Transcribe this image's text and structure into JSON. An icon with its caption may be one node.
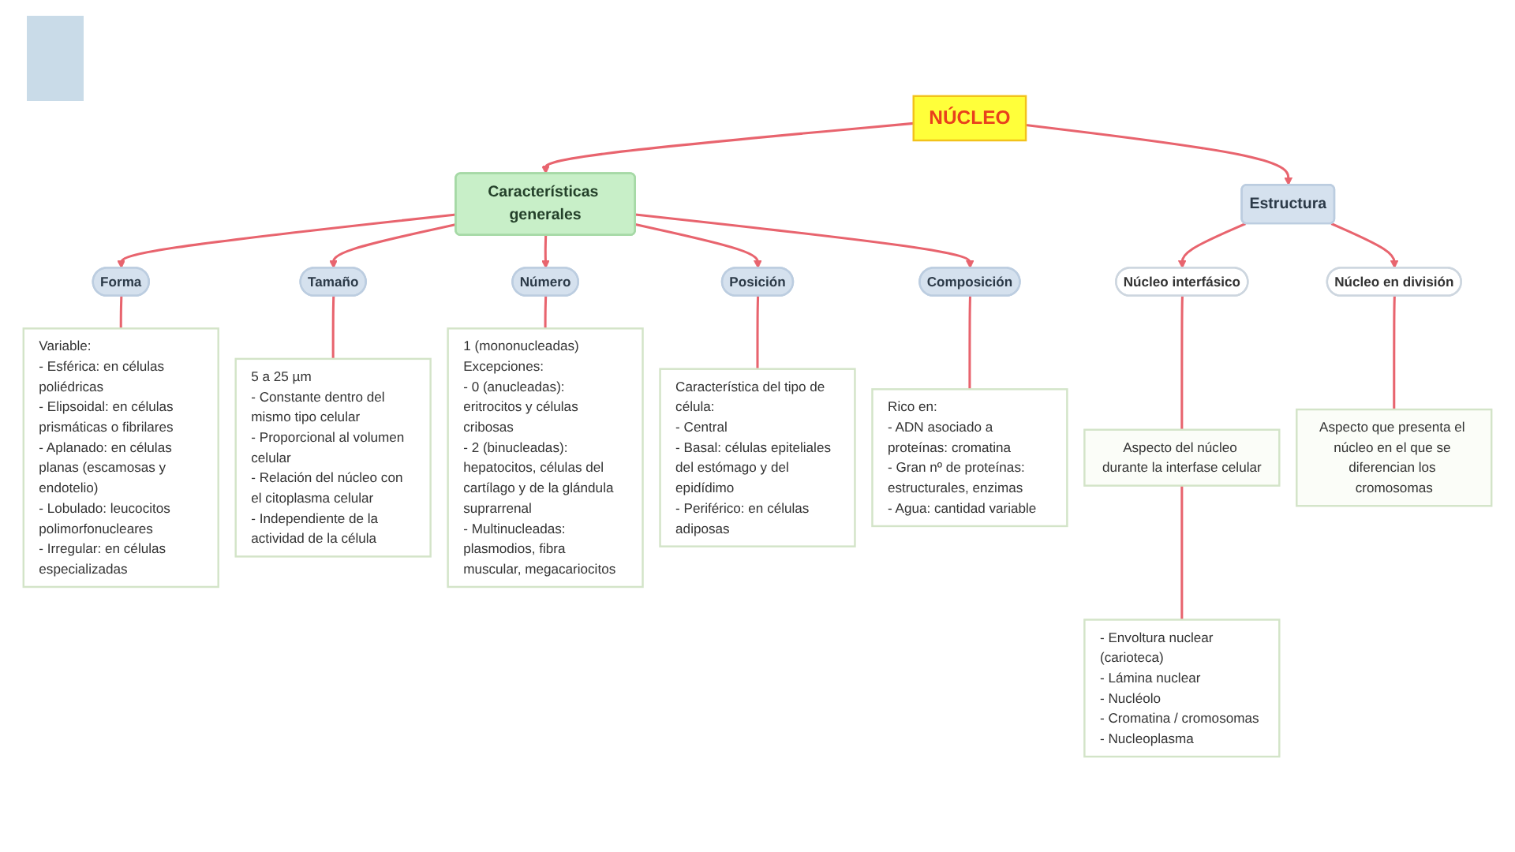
{
  "diagram": {
    "nodes": [
      {
        "text": [
          "NÚCLEO"
        ]
      },
      {
        "text": [
          "Características generales"
        ]
      },
      {
        "text": [
          "Forma"
        ]
      },
      {
        "text": [
          "Tamaño"
        ]
      },
      {
        "text": [
          "Número"
        ]
      },
      {
        "text": [
          "Posición"
        ]
      },
      {
        "text": [
          "Composición"
        ]
      },
      {
        "text": [
          "Variable:",
          "- Esférica: en células poliédricas",
          "- Elipsoidal: en células prismáticas o fibrilares",
          "- Aplanado: en células planas (escamosas y endotelio)",
          "- Lobulado: leucocitos polimorfonucleares",
          "- Irregular: en células especializadas"
        ]
      },
      {
        "text": [
          "5 a 25 µm",
          "- Constante dentro del mismo tipo celular",
          "- Proporcional al volumen celular",
          "- Relación del núcleo con el citoplasma celular",
          "- Independiente de la actividad de la célula"
        ]
      },
      {
        "text": [
          "1 (mononucleadas)",
          "Excepciones:",
          "- 0 (anucleadas): eritrocitos y células cribosas",
          "- 2 (binucleadas): hepatocitos, células del cartílago y de la glándula suprarrenal",
          "- Multinucleadas: plasmodios, fibra muscular, megacariocitos"
        ]
      },
      {
        "text": [
          "Característica del tipo de célula:",
          "- Central",
          "- Basal: células epiteliales del estómago y del epidídimo",
          "- Periférico: en células adiposas"
        ]
      },
      {
        "text": [
          "Rico en:",
          "- ADN asociado a proteínas: cromatina",
          "- Gran nº de proteínas: estructurales, enzimas",
          "- Agua: cantidad variable"
        ]
      },
      {
        "text": [
          "- Envoltura nuclear (carioteca)",
          "- Lámina nuclear",
          "- Nucléolo",
          "- Cromatina / cromosomas",
          "- Nucleoplasma"
        ]
      },
      {
        "text": [
          "Núcleo interfásico"
        ]
      },
      {
        "text": [
          "Aspecto del núcleo durante la interfase celular"
        ]
      },
      {
        "text": [
          "Estructura"
        ]
      },
      {
        "text": [
          "Núcleo en división"
        ]
      },
      {
        "text": [
          "Aspecto que presenta el núcleo en el que se diferencian los cromosomas"
        ]
      }
    ],
    "edges": [
      {
        "from": 0,
        "to": 1,
        "arrow": "to"
      },
      {
        "from": 0,
        "to": 15,
        "arrow": "to"
      },
      {
        "from": 1,
        "to": 2,
        "arrow": "to"
      },
      {
        "from": 1,
        "to": 3,
        "arrow": "to"
      },
      {
        "from": 1,
        "to": 4,
        "arrow": "to"
      },
      {
        "from": 1,
        "to": 5,
        "arrow": "to"
      },
      {
        "from": 1,
        "to": 6,
        "arrow": "to"
      },
      {
        "from": 2,
        "to": 7,
        "arrow": "none"
      },
      {
        "from": 3,
        "to": 8,
        "arrow": "none"
      },
      {
        "from": 4,
        "to": 9,
        "arrow": "none"
      },
      {
        "from": 5,
        "to": 10,
        "arrow": "none"
      },
      {
        "from": 6,
        "to": 11,
        "arrow": "none"
      },
      {
        "from": 15,
        "to": 13,
        "arrow": "to"
      },
      {
        "from": 15,
        "to": 16,
        "arrow": "to"
      },
      {
        "from": 13,
        "to": 14,
        "arrow": "none"
      },
      {
        "from": 16,
        "to": 17,
        "arrow": "none"
      },
      {
        "from": 14,
        "to": 12,
        "arrow": "none"
      }
    ]
  }
}
